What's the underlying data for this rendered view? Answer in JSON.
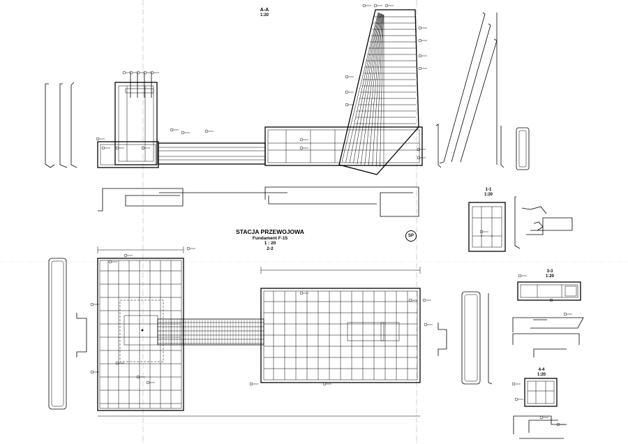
{
  "drawing": {
    "title": "STACJA PRZEWOJOWA",
    "subtitle": "Fundament F-15",
    "scale": "1 : 20",
    "section_main": "2-2",
    "badge": "SP"
  },
  "sections": {
    "aa": {
      "name": "A-A",
      "scale": "1:20"
    },
    "s11": {
      "name": "1-1",
      "scale": "1:20"
    },
    "s33": {
      "name": "3-3",
      "scale": "1:20"
    },
    "s44": {
      "name": "4-4",
      "scale": "1:20"
    }
  }
}
